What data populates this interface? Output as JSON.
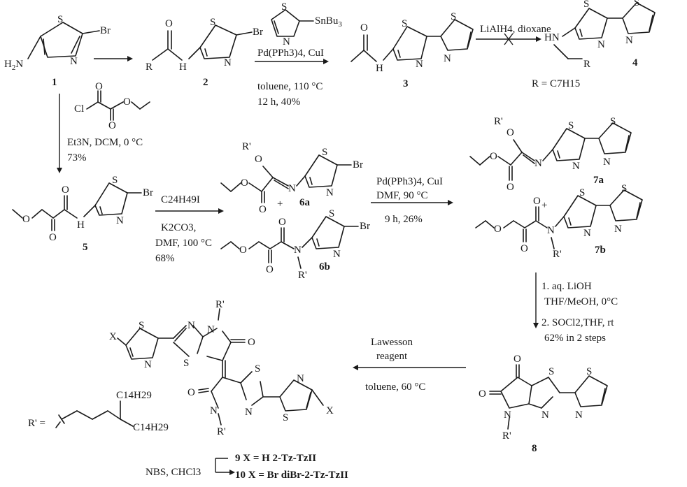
{
  "atoms": {
    "S": "S",
    "N": "N",
    "Br": "Br",
    "H2N": "H",
    "H2N_sub": "2",
    "H2N_N": "N",
    "O": "O",
    "R": "R",
    "H": "H",
    "HN": "HN",
    "Rp": "R'",
    "Rp_O": "R'",
    "X": "X",
    "Cl": "Cl",
    "SnBu3": "SnBu",
    "SnBu3_sub": "3"
  },
  "compounds": {
    "c1": "1",
    "c2": "2",
    "c3": "3",
    "c4": "4",
    "c5": "5",
    "c6a": "6a",
    "c6b": "6b",
    "c7a": "7a",
    "c7b": "7b",
    "c8": "8",
    "c9": "9 X = H   2-Tz-TzII",
    "c10": "10 X = Br  diBr-2-Tz-TzII"
  },
  "conditions": {
    "stille1_cat": "Pd(PPh3)4, CuI",
    "stille1_solvent": "toluene, 110 °C",
    "stille1_time": "12 h, 40%",
    "reduction": "LiAlH4, dioxane",
    "r_def": "R = C7H15",
    "acylation_base": "Et3N, DCM, 0 °C",
    "acylation_yield": "73%",
    "alkyl_reagent": "C24H49I",
    "alkyl_base": "K2CO3,",
    "alkyl_solvent": "DMF, 100 °C",
    "alkyl_yield": "68%",
    "stille2_cat": "Pd(PPh3)4, CuI",
    "stille2_solvent": "DMF, 90 °C",
    "stille2_time": "9 h, 26%",
    "hydrolysis1": "1. aq. LiOH",
    "hydrolysis1b": "THF/MeOH, 0°C",
    "hydrolysis2": "2. SOCl2,THF, rt",
    "hydrolysis_yield": "62% in 2 steps",
    "lawesson1": "Lawesson",
    "lawesson2": "reagent",
    "lawesson_cond": "toluene, 60 °C",
    "bromination": "NBS, CHCl3",
    "plus1": "+",
    "plus2": "+",
    "rprime_def": "R' =",
    "c14a": "C14H29",
    "c14b": "C14H29"
  }
}
